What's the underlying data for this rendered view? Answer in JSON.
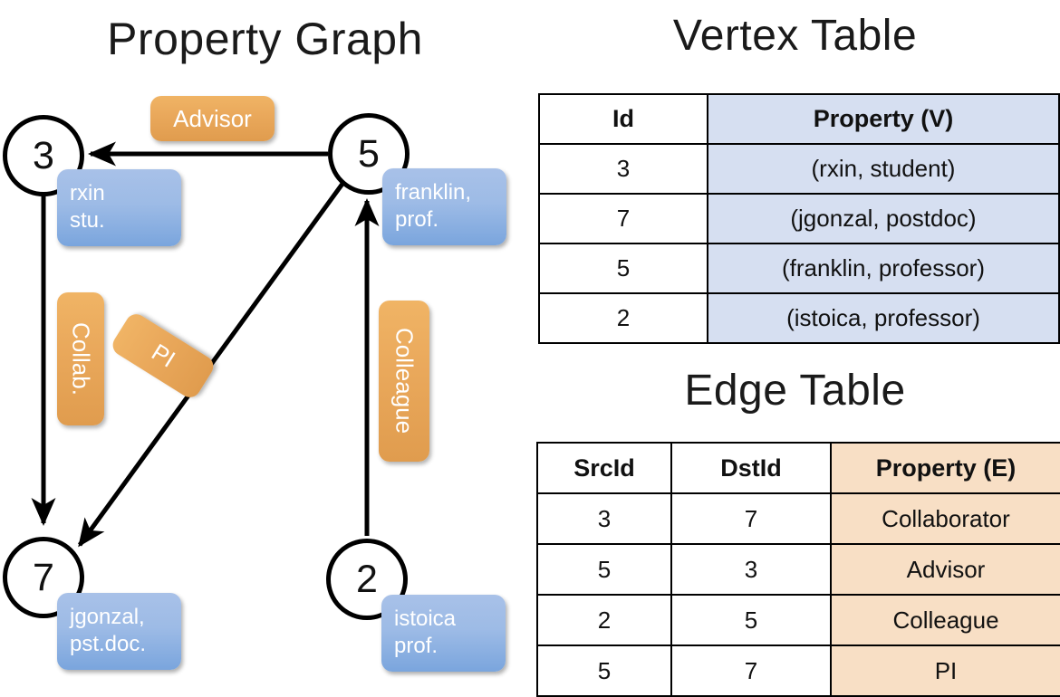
{
  "titles": {
    "property_graph": "Property Graph",
    "vertex_table": "Vertex Table",
    "edge_table": "Edge Table"
  },
  "graph": {
    "nodes": [
      {
        "id": "3",
        "property_line1": "rxin",
        "property_line2": "stu."
      },
      {
        "id": "5",
        "property_line1": "franklin,",
        "property_line2": "prof."
      },
      {
        "id": "7",
        "property_line1": "jgonzal,",
        "property_line2": "pst.doc."
      },
      {
        "id": "2",
        "property_line1": "istoica",
        "property_line2": "prof."
      }
    ],
    "edge_labels": [
      {
        "name": "advisor",
        "text": "Advisor"
      },
      {
        "name": "collab",
        "text": "Collab."
      },
      {
        "name": "pi",
        "text": "PI"
      },
      {
        "name": "colleague",
        "text": "Colleague"
      }
    ]
  },
  "vertex_table": {
    "headers": [
      "Id",
      "Property (V)"
    ],
    "rows": [
      {
        "id": "3",
        "property": "(rxin, student)"
      },
      {
        "id": "7",
        "property": "(jgonzal, postdoc)"
      },
      {
        "id": "5",
        "property": "(franklin, professor)"
      },
      {
        "id": "2",
        "property": "(istoica, professor)"
      }
    ]
  },
  "edge_table": {
    "headers": [
      "SrcId",
      "DstId",
      "Property (E)"
    ],
    "rows": [
      {
        "src": "3",
        "dst": "7",
        "property": "Collaborator"
      },
      {
        "src": "5",
        "dst": "3",
        "property": "Advisor"
      },
      {
        "src": "2",
        "dst": "5",
        "property": "Colleague"
      },
      {
        "src": "5",
        "dst": "7",
        "property": "PI"
      }
    ]
  },
  "colors": {
    "vertex_property_fill": "#d6dff1",
    "edge_property_fill": "#f8dfc5",
    "node_box_blue": "#9dbbe6",
    "edge_label_orange": "#eaa95c",
    "stroke": "#000000"
  }
}
